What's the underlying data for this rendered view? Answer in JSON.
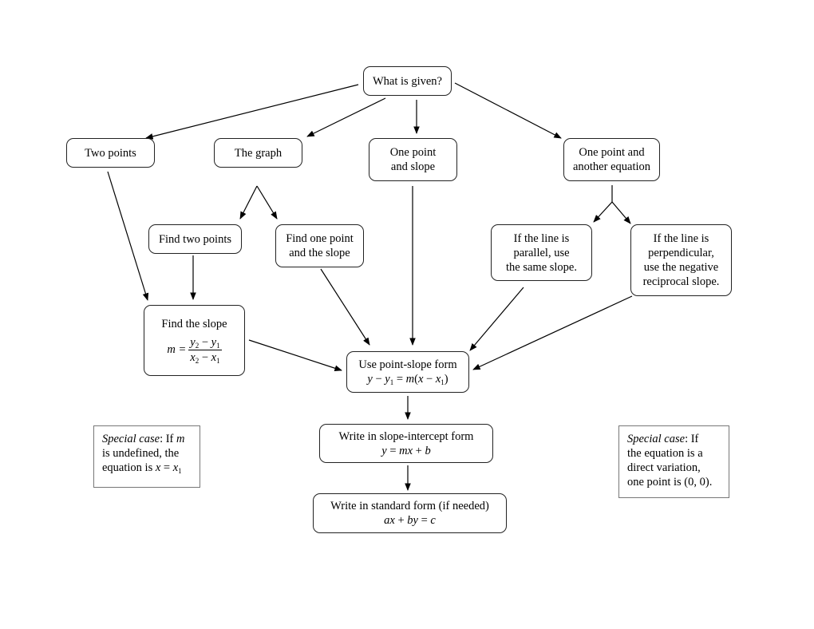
{
  "nodes": {
    "what_given": "What is given?",
    "two_points": "Two points",
    "the_graph": "The graph",
    "one_point_slope": [
      "One point",
      "and slope"
    ],
    "one_point_other": [
      "One point and",
      "another equation"
    ],
    "find_two_points": "Find two points",
    "find_one_point": [
      "Find one point",
      "and the slope"
    ],
    "parallel": [
      "If the line is",
      "parallel, use",
      "the same slope."
    ],
    "perpendicular": [
      "If the line is",
      "perpendicular,",
      "use the negative",
      "reciprocal slope."
    ],
    "find_slope": {
      "title": "Find the slope",
      "lhs": "m =",
      "num_a": "y",
      "num_a_sub": "2",
      "num_op": " − ",
      "num_b": "y",
      "num_b_sub": "1",
      "den_a": "x",
      "den_a_sub": "2",
      "den_op": " − ",
      "den_b": "x",
      "den_b_sub": "1"
    },
    "point_slope": {
      "title": "Use point-slope form",
      "f1": "y",
      "f2": " − ",
      "f3": "y",
      "f3_sub": "1",
      "f4": " = ",
      "f5": "m",
      "f6": "(",
      "f7": "x",
      "f8": " − ",
      "f9": "x",
      "f9_sub": "1",
      "f10": ")"
    },
    "slope_intercept": {
      "title": "Write in slope-intercept form",
      "f1": "y",
      "f2": " = ",
      "f3": "mx",
      "f4": " + ",
      "f5": "b"
    },
    "standard": {
      "title": "Write in standard form (if needed)",
      "f1": "ax",
      "f2": " + ",
      "f3": "by",
      "f4": " = ",
      "f5": "c"
    }
  },
  "notes": {
    "left": {
      "label": "Special case",
      "l1_rest": ": If ",
      "l1_var": "m",
      "l2": "is undefined, the",
      "l3_pre": "equation is ",
      "l3_var": "x",
      "l3_eq": " = ",
      "l3_var2": "x",
      "l3_sub": "1"
    },
    "right": {
      "label": "Special case",
      "l1_rest": ": If",
      "l2": "the equation is a",
      "l3": "direct variation,",
      "l4": "one point is (0, 0)."
    }
  }
}
